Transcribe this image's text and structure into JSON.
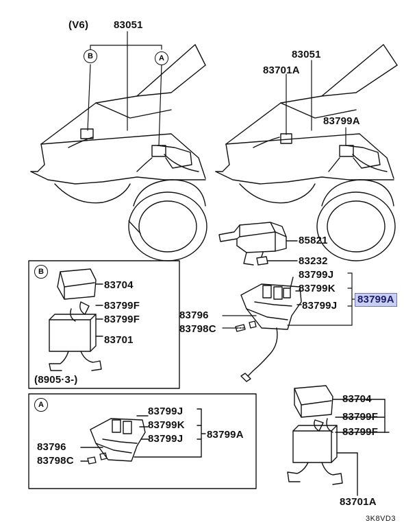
{
  "variant_label": "(V6)",
  "callouts": {
    "b": "B",
    "a": "A",
    "box_b": "B",
    "box_a": "A"
  },
  "part_numbers": {
    "top_left_83051": "83051",
    "top_right_83051": "83051",
    "p83701A_top": "83701A",
    "p83799A_top": "83799A",
    "p85821": "85821",
    "p83232": "83232",
    "p83799J_upper": "83799J",
    "p83799K": "83799K",
    "p83799J_lower": "83799J",
    "p83799A_highlight": "83799A",
    "p83796": "83796",
    "p83798C": "83798C",
    "b_83704": "83704",
    "b_83799F_1": "83799F",
    "b_83799F_2": "83799F",
    "b_83701": "83701",
    "b_date": "(8905·3-)",
    "a_83799J_upper": "83799J",
    "a_83799K": "83799K",
    "a_83799J_lower": "83799J",
    "a_83799A": "83799A",
    "a_83796": "83796",
    "a_83798C": "83798C",
    "r_83704": "83704",
    "r_83799F_1": "83799F",
    "r_83799F_2": "83799F",
    "r_83701A": "83701A"
  },
  "diagram_code": "3K8VD3",
  "colors": {
    "line": "#111111",
    "highlight_fill": "#c9cff0",
    "highlight_border": "#6a74b8"
  }
}
